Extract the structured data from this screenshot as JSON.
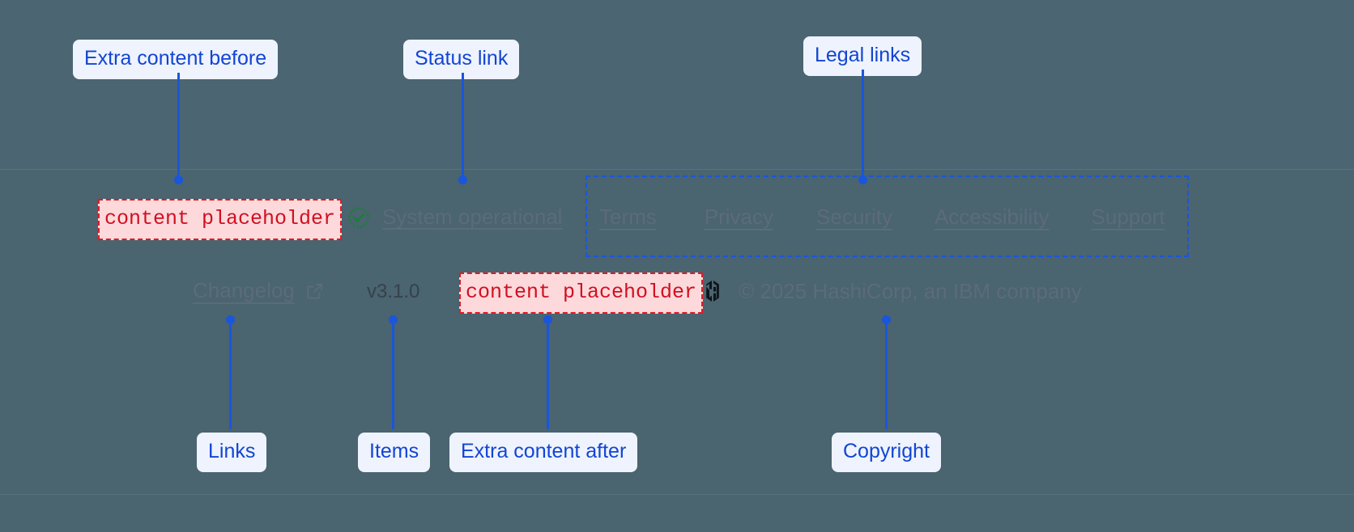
{
  "annotations": {
    "extra_before": "Extra content before",
    "status_link": "Status link",
    "legal_links": "Legal links",
    "links": "Links",
    "items": "Items",
    "extra_after": "Extra content after",
    "copyright": "Copyright"
  },
  "footer": {
    "extra_content_before": "content placeholder",
    "extra_content_after": "content placeholder",
    "status": {
      "icon": "check-circle-icon",
      "label": "System operational"
    },
    "legal_links": [
      {
        "label": "Terms"
      },
      {
        "label": "Privacy"
      },
      {
        "label": "Security"
      },
      {
        "label": "Accessibility"
      },
      {
        "label": "Support"
      }
    ],
    "changelog": {
      "label": "Changelog",
      "icon": "external-link-icon"
    },
    "version": "v3.1.0",
    "brand": {
      "logo": "hashicorp-logo",
      "copyright": "© 2025 HashiCorp, an IBM company"
    }
  },
  "colors": {
    "background": "#4a6470",
    "callout_blue": "#1a56db",
    "chip_bg": "#eef3fd",
    "placeholder_red": "#d01020",
    "placeholder_bg": "#fdd9dc",
    "muted_text": "#5c6b7a",
    "status_green": "#1a7f37",
    "logo_black": "#0f1419"
  }
}
